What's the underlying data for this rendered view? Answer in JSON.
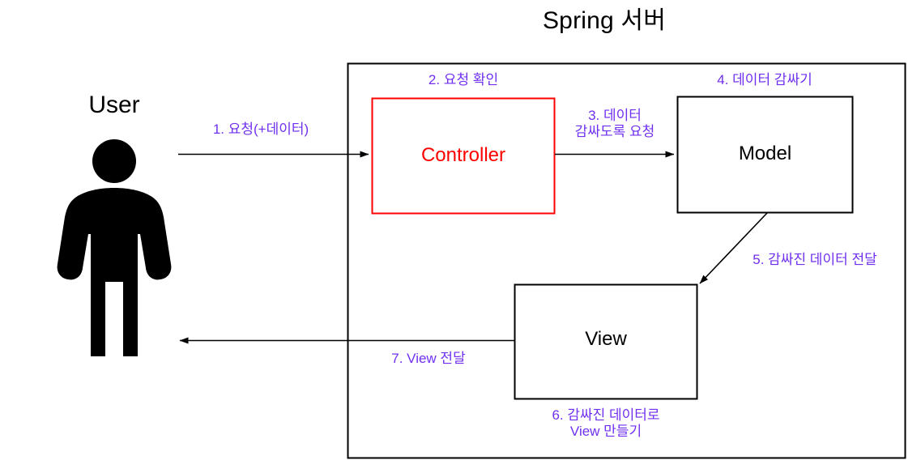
{
  "diagram": {
    "title": "Spring 서버",
    "actor": {
      "label": "User",
      "icon": "person-icon"
    },
    "boxes": [
      {
        "id": "controller",
        "label": "Controller",
        "border_color": "#ff0000",
        "text_color": "#ff0000"
      },
      {
        "id": "model",
        "label": "Model",
        "border_color": "#000000",
        "text_color": "#000000"
      },
      {
        "id": "view",
        "label": "View",
        "border_color": "#000000",
        "text_color": "#000000"
      }
    ],
    "container": {
      "id": "spring-server",
      "border_color": "#000000"
    },
    "steps": [
      {
        "n": "1",
        "text": "1. 요청(+데이터)",
        "color": "#7030f0"
      },
      {
        "n": "2",
        "text": "2. 요청 확인",
        "color": "#7030f0"
      },
      {
        "n": "3",
        "text": "3. 데이터\n감싸도록 요청",
        "color": "#7030f0"
      },
      {
        "n": "4",
        "text": "4. 데이터 감싸기",
        "color": "#7030f0"
      },
      {
        "n": "5",
        "text": "5. 감싸진 데이터 전달",
        "color": "#7030f0"
      },
      {
        "n": "6",
        "text": "6. 감싸진 데이터로\nView 만들기",
        "color": "#7030f0"
      },
      {
        "n": "7",
        "text": "7. View 전달",
        "color": "#7030f0"
      }
    ],
    "arrows": [
      {
        "id": "user-to-controller",
        "from": "user",
        "to": "controller",
        "step": "1"
      },
      {
        "id": "controller-to-model",
        "from": "controller",
        "to": "model",
        "step": "3"
      },
      {
        "id": "model-to-view",
        "from": "model",
        "to": "view",
        "step": "5"
      },
      {
        "id": "view-to-user",
        "from": "view",
        "to": "user",
        "step": "7"
      }
    ]
  }
}
